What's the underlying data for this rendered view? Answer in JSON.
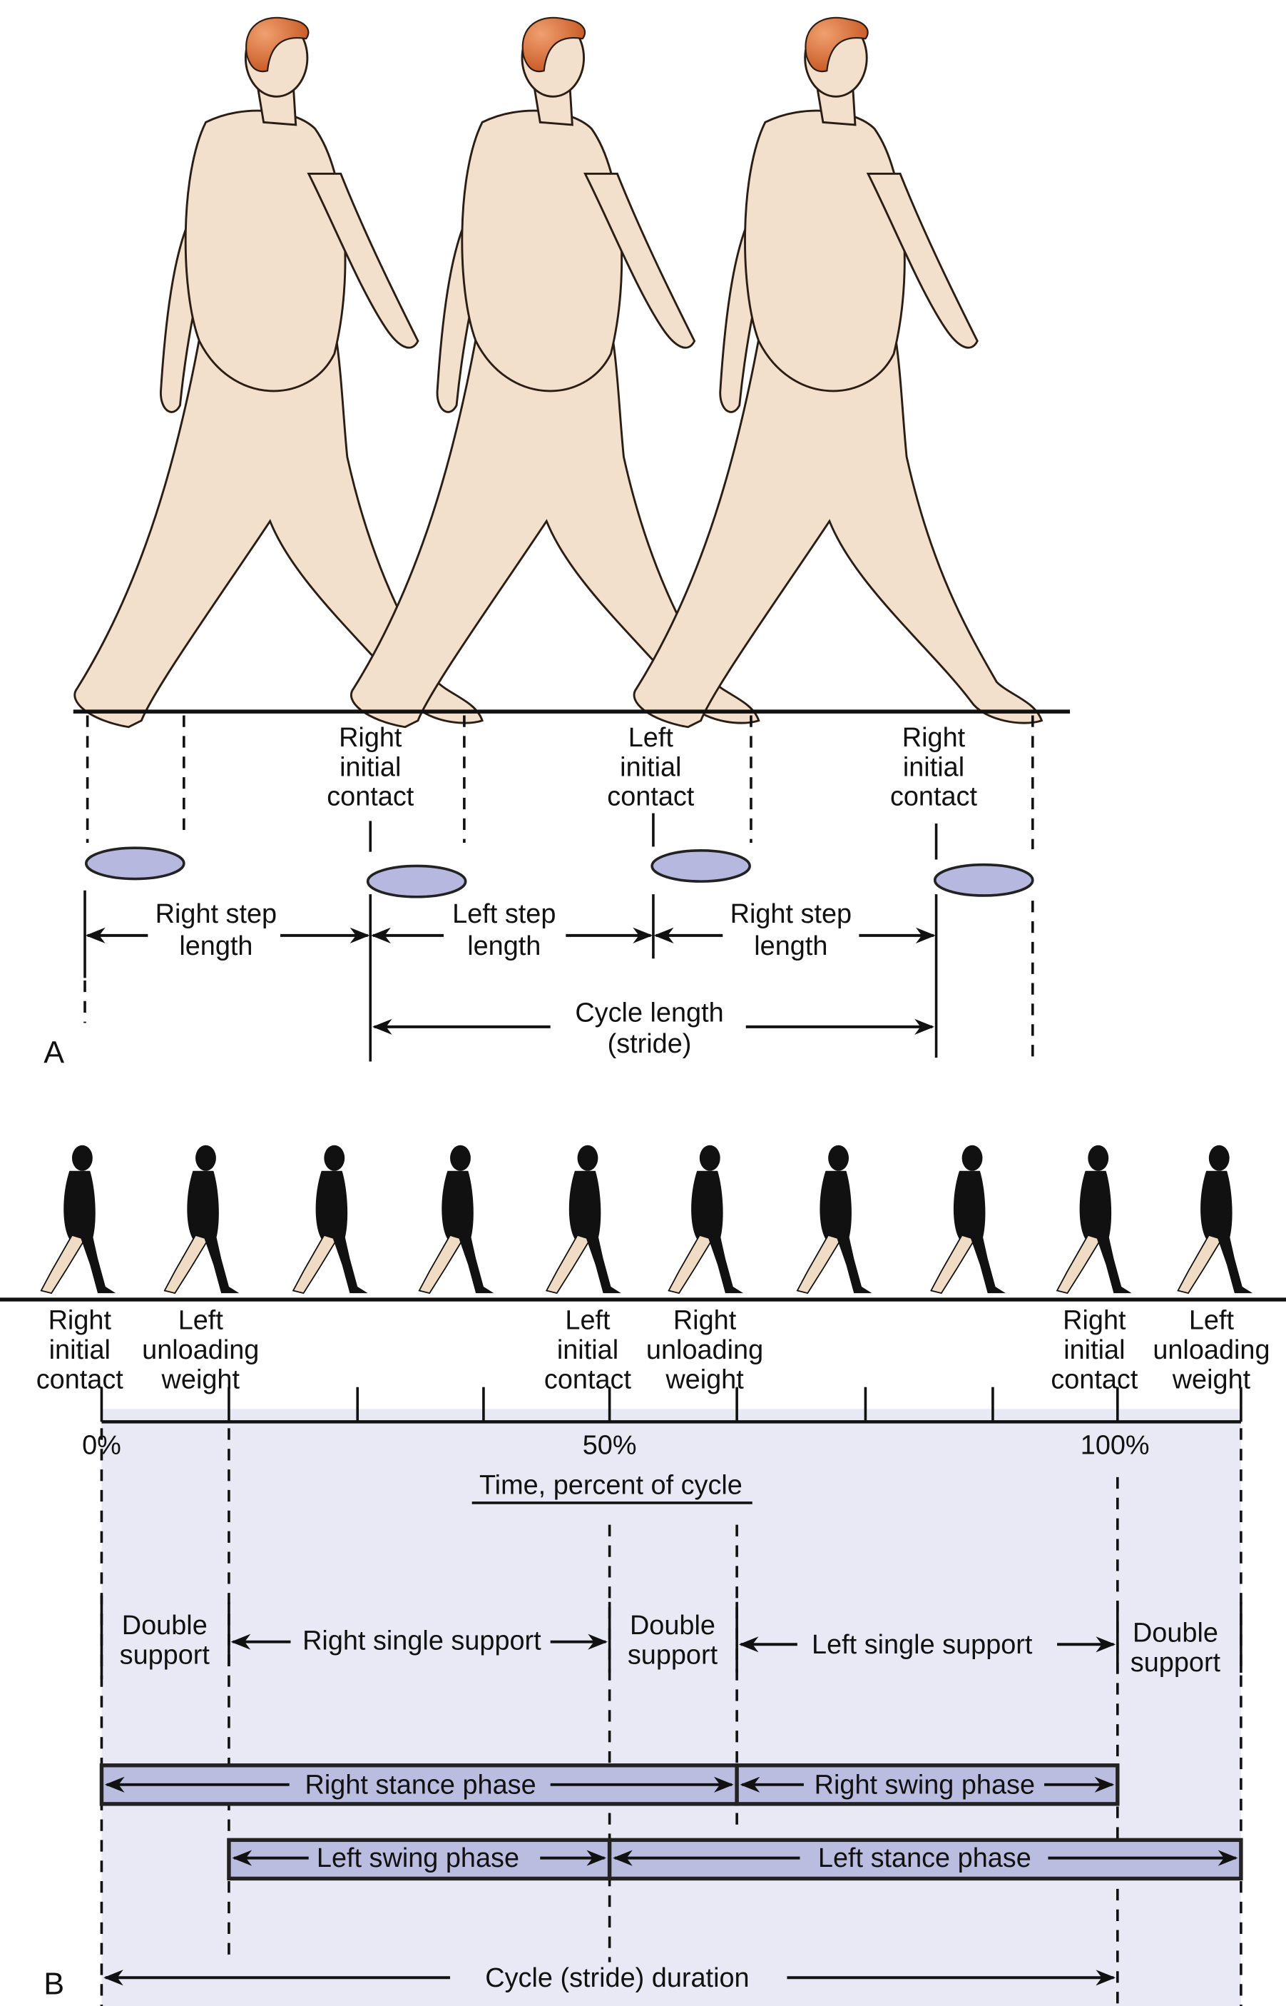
{
  "panel_a": {
    "label": "A",
    "contacts": [
      [
        "Right",
        "initial",
        "contact"
      ],
      [
        "Left",
        "initial",
        "contact"
      ],
      [
        "Right",
        "initial",
        "contact"
      ]
    ],
    "steps": [
      [
        "Right step",
        "length"
      ],
      [
        "Left step",
        "length"
      ],
      [
        "Right step",
        "length"
      ]
    ],
    "cycle_length": [
      "Cycle length",
      "(stride)"
    ]
  },
  "panel_b": {
    "label": "B",
    "events": [
      [
        "Right",
        "initial",
        "contact"
      ],
      [
        "Left",
        "unloading",
        "weight"
      ],
      [
        "Left",
        "initial",
        "contact"
      ],
      [
        "Right",
        "unloading",
        "weight"
      ],
      [
        "Right",
        "initial",
        "contact"
      ],
      [
        "Left",
        "unloading",
        "weight"
      ]
    ],
    "ticks": [
      "0%",
      "50%",
      "100%"
    ],
    "axis_title": "Time, percent of cycle",
    "support": {
      "double1": [
        "Double",
        "support"
      ],
      "right_single": "Right single support",
      "double2": [
        "Double",
        "support"
      ],
      "left_single": "Left single support",
      "double3": [
        "Double",
        "support"
      ]
    },
    "phases": {
      "right_stance": "Right stance phase",
      "right_swing": "Right swing phase",
      "left_swing": "Left swing phase",
      "left_stance": "Left stance phase"
    },
    "cycle_duration": "Cycle (stride) duration"
  },
  "colors": {
    "bar": "#babddf",
    "panel_bg": "#e9e9f5",
    "skin": "#f2e0cc",
    "hair": "#d0622a",
    "foot": "#b6b8df"
  }
}
